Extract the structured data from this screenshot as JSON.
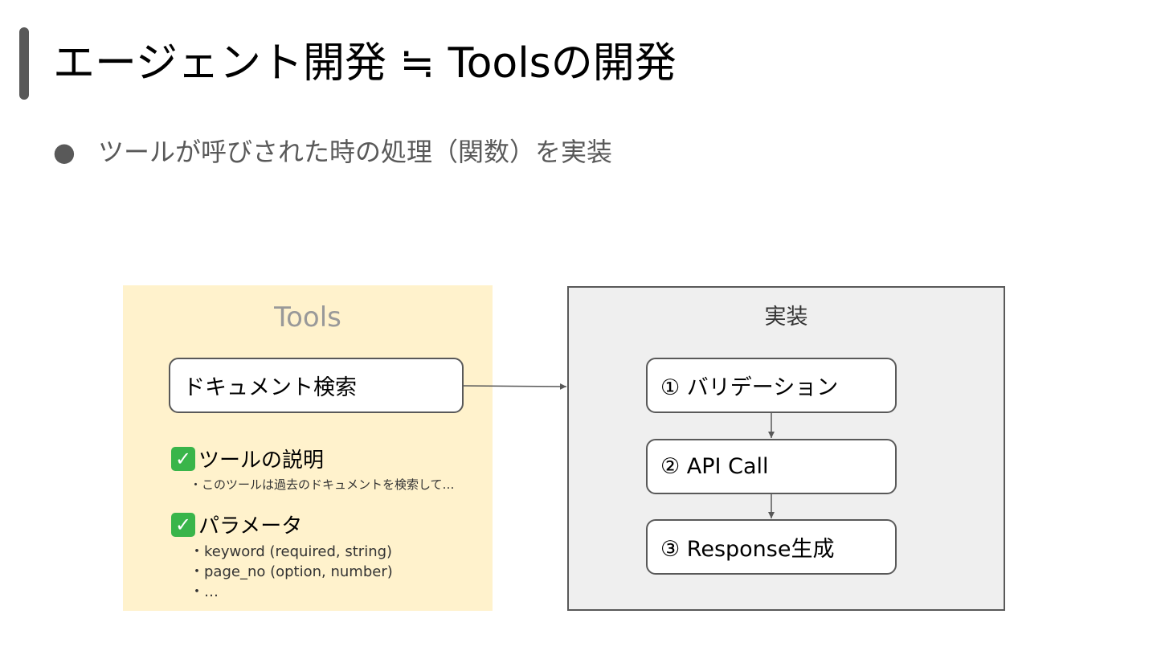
{
  "slide": {
    "title": "エージェント開発 ≒ Toolsの開発",
    "bullet": "ツールが呼びされた時の処理（関数）を実装",
    "bullet_marker": "●"
  },
  "tools": {
    "panel_title": "Tools",
    "tool_box_label": "ドキュメント検索",
    "description_heading": "ツールの説明",
    "description_text": "・このツールは過去のドキュメントを検索して…",
    "params_heading": "パラメータ",
    "params": [
      "・keyword (required, string)",
      "・page_no (option, number)",
      "・…"
    ],
    "check_icon": "check-mark-icon",
    "check_color": "#39b54a"
  },
  "implementation": {
    "panel_title": "実装",
    "steps": [
      "① バリデーション",
      "② API Call",
      "③ Response生成"
    ]
  },
  "colors": {
    "tools_bg": "#fff2cc",
    "impl_bg": "#efefef",
    "border": "#595959",
    "title_accent": "#595959"
  }
}
